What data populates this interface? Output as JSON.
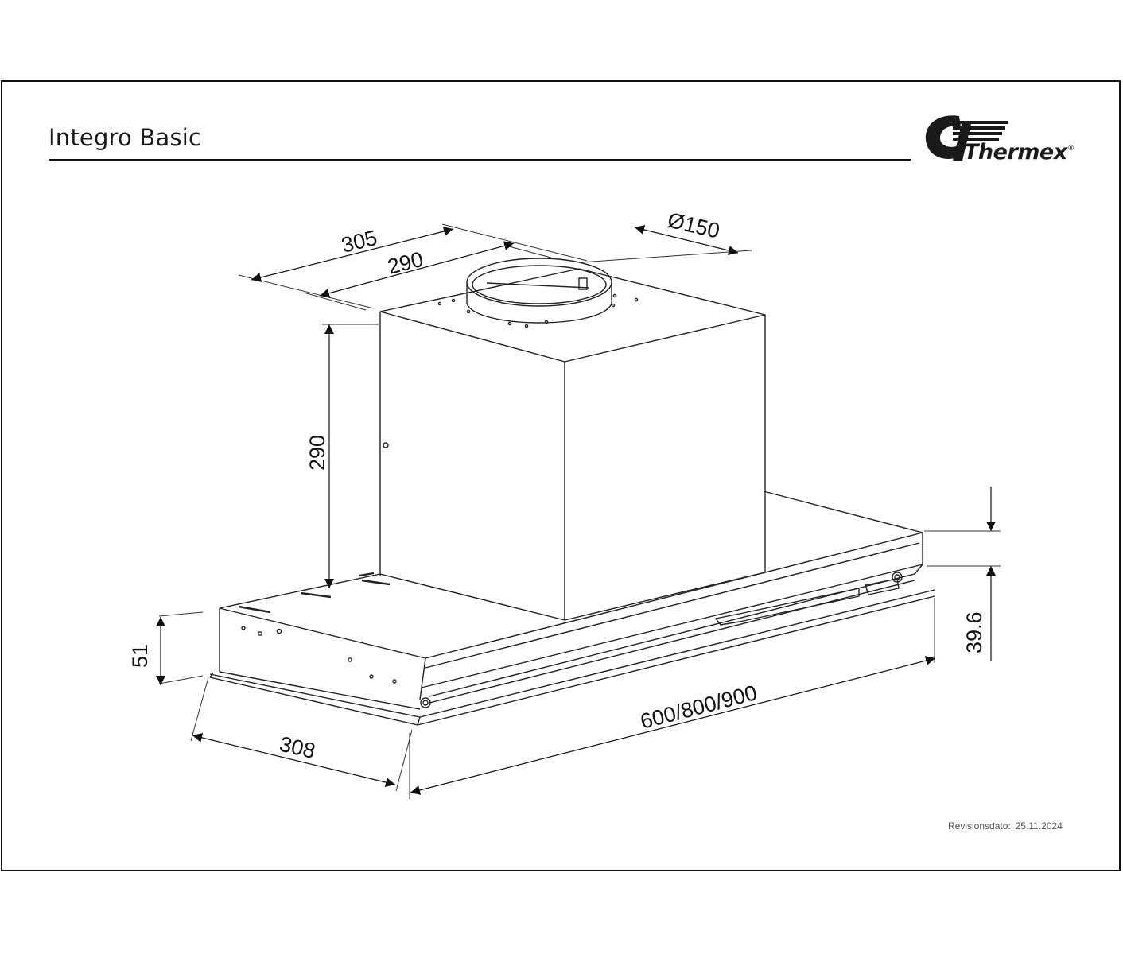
{
  "header": {
    "title": "Integro Basic",
    "brand": "Thermex",
    "registered_mark": "®"
  },
  "dimensions": {
    "chimney_depth_outer": "305",
    "chimney_depth_inner": "290",
    "duct_diameter": "Ø150",
    "chimney_height": "290",
    "front_height": "51",
    "rear_height": "39.6",
    "depth": "308",
    "width": "600/800/900"
  },
  "footer": {
    "revision_label": "Revisionsdato:",
    "revision_date": "25.11.2024"
  }
}
